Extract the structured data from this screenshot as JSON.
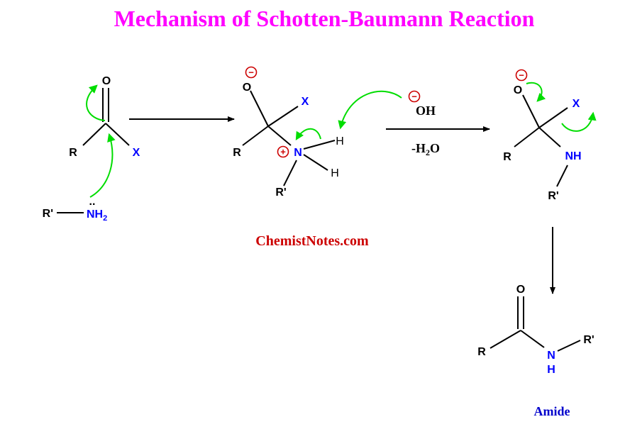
{
  "title": "Mechanism of Schotten-Baumann Reaction",
  "watermark": "ChemistNotes.com",
  "product_label": "Amide",
  "colors": {
    "title": "#ff00ff",
    "nitrogen_x": "#0000ff",
    "charge": "#cc0000",
    "arrow_electron": "#00dd00",
    "watermark": "#cc0000",
    "amide_label": "#0000cc",
    "bond": "#000000"
  },
  "reagent": {
    "base": "OH",
    "byproduct_prefix": "-H",
    "byproduct_sub": "2",
    "byproduct_suffix": "O"
  },
  "structures": {
    "acyl_halide": {
      "O": "O",
      "R": "R",
      "X": "X"
    },
    "amine": {
      "Rp": "R'",
      "N": "NH",
      "N_sub": "2",
      "lone_pair": ".."
    },
    "tetrahedral_1": {
      "O": "O",
      "X": "X",
      "R": "R",
      "N": "N",
      "H1": "H",
      "H2": "H",
      "Rp": "R'",
      "neg": "−",
      "pos": "+"
    },
    "tetrahedral_2": {
      "O": "O",
      "X": "X",
      "R": "R",
      "NH": "NH",
      "Rp": "R'",
      "neg": "−"
    },
    "amide": {
      "O": "O",
      "R": "R",
      "N": "N",
      "H": "H",
      "Rp": "R'"
    }
  }
}
